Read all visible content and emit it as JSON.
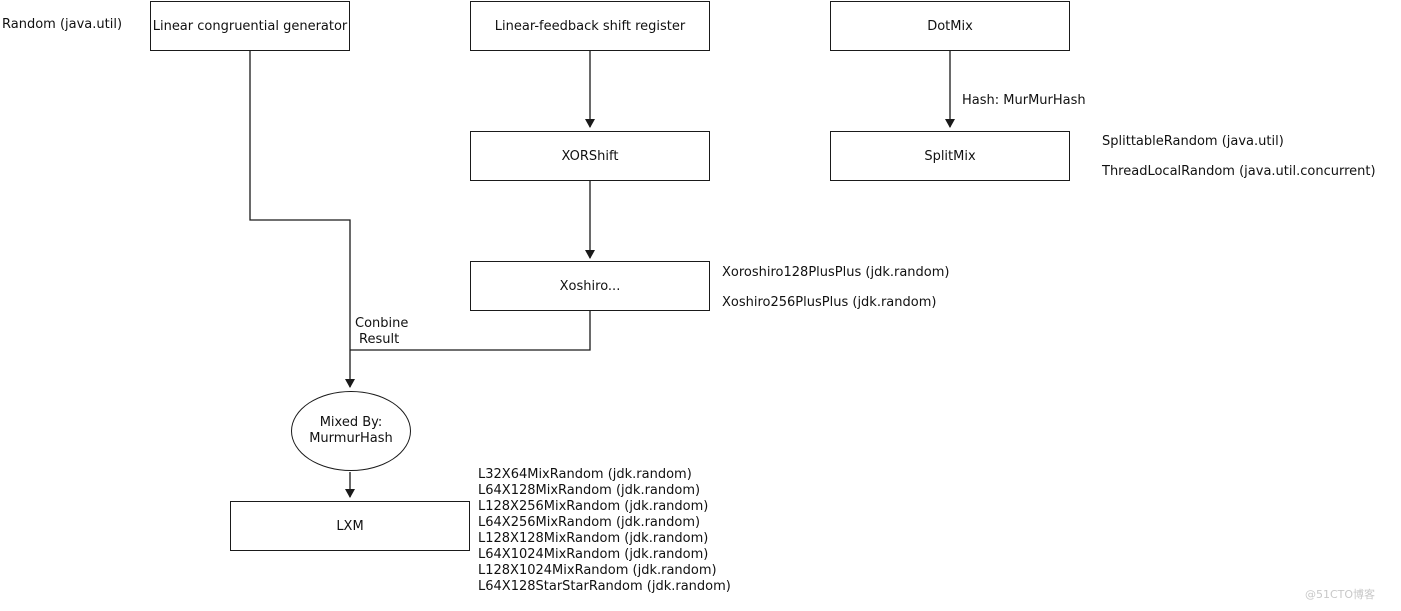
{
  "nodes": {
    "lcg": "Linear congruential generator",
    "lfsr": "Linear-feedback shift register",
    "dotmix": "DotMix",
    "xorshift": "XORShift",
    "splitmix": "SplitMix",
    "xoshiro": "Xoshiro...",
    "mixed_line1": "Mixed By:",
    "mixed_line2": "MurmurHash",
    "lxm": "LXM"
  },
  "labels": {
    "random": "Random (java.util)",
    "hash": "Hash: MurMurHash",
    "combine_line1": "Conbine",
    "combine_line2": "Result"
  },
  "splitmix_impls": [
    "SplittableRandom (java.util)",
    "ThreadLocalRandom (java.util.concurrent)"
  ],
  "xoshiro_impls": [
    "Xoroshiro128PlusPlus (jdk.random)",
    "Xoshiro256PlusPlus (jdk.random)"
  ],
  "lxm_impls": [
    "L32X64MixRandom (jdk.random)",
    "L64X128MixRandom (jdk.random)",
    "L128X256MixRandom (jdk.random)",
    "L64X256MixRandom (jdk.random)",
    "L128X128MixRandom (jdk.random)",
    "L64X1024MixRandom (jdk.random)",
    "L128X1024MixRandom (jdk.random)",
    "L64X128StarStarRandom (jdk.random)"
  ],
  "watermark": "@51CTO博客"
}
